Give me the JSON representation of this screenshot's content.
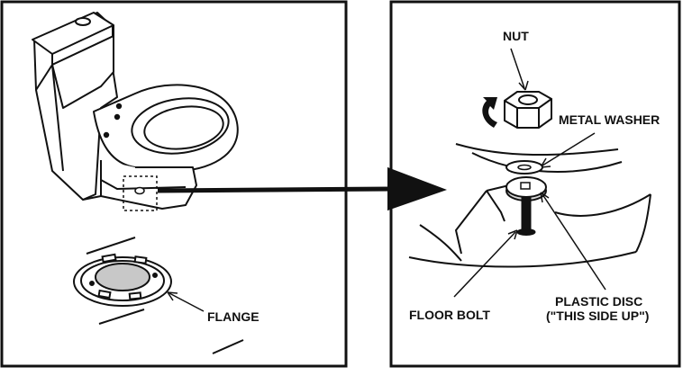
{
  "labels": {
    "flange": "FLANGE",
    "nut": "NUT",
    "metal_washer": "METAL WASHER",
    "floor_bolt": "FLOOR BOLT",
    "plastic_disc_line1": "PLASTIC DISC",
    "plastic_disc_line2": "(\"THIS SIDE UP\")"
  },
  "colors": {
    "stroke": "#111111",
    "background": "#ffffff",
    "flange_fill": "#c8c8c8",
    "disc_fill": "#d6d6d6",
    "bolt_fill": "#111111"
  }
}
